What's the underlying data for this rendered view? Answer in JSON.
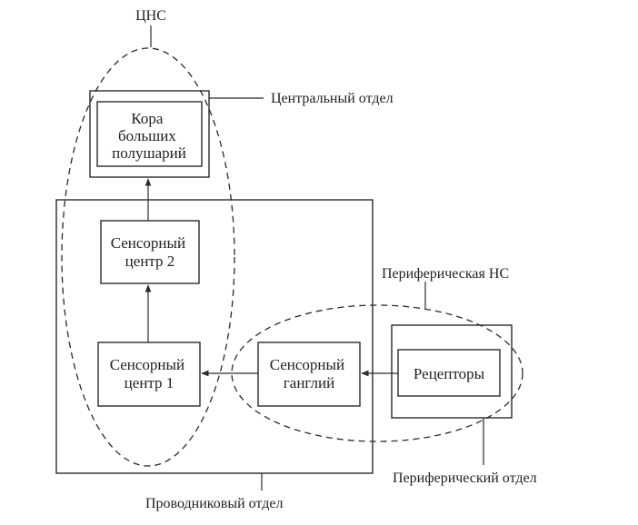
{
  "labels": {
    "cns": "ЦНС",
    "central": "Центральный отдел",
    "peripheral_ns": "Периферическая НС",
    "peripheral_section": "Периферический отдел",
    "conductive": "Проводниковый отдел"
  },
  "boxes": {
    "cortex": [
      "Кора",
      "больших",
      "полушарий"
    ],
    "sensory_center_2": [
      "Сенсорный",
      "центр 2"
    ],
    "sensory_center_1": [
      "Сенсорный",
      "центр 1"
    ],
    "sensory_ganglion": [
      "Сенсорный",
      "ганглий"
    ],
    "receptors": [
      "Рецепторы"
    ]
  }
}
